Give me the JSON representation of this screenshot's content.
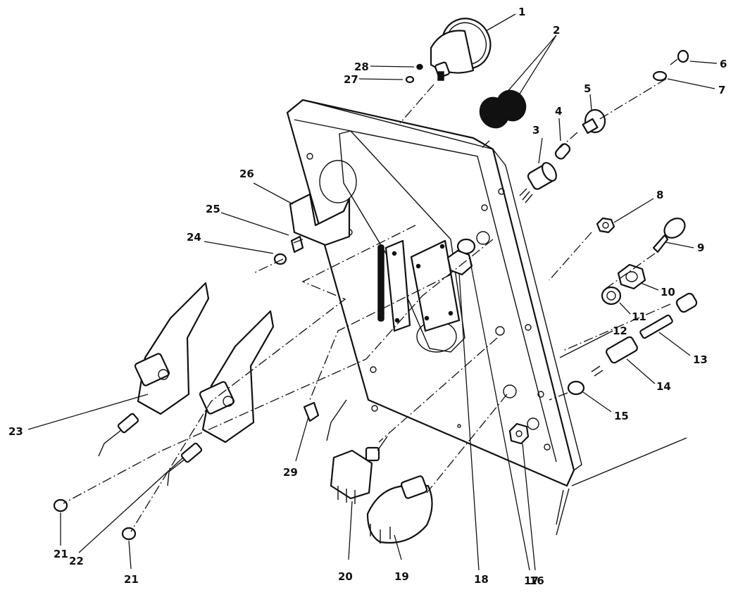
{
  "callouts": [
    "1",
    "2",
    "3",
    "4",
    "5",
    "6",
    "7",
    "8",
    "9",
    "10",
    "11",
    "12",
    "13",
    "14",
    "15",
    "16",
    "17",
    "18",
    "19",
    "20",
    "21",
    "21",
    "22",
    "23",
    "24",
    "25",
    "26",
    "27",
    "28",
    "29"
  ]
}
